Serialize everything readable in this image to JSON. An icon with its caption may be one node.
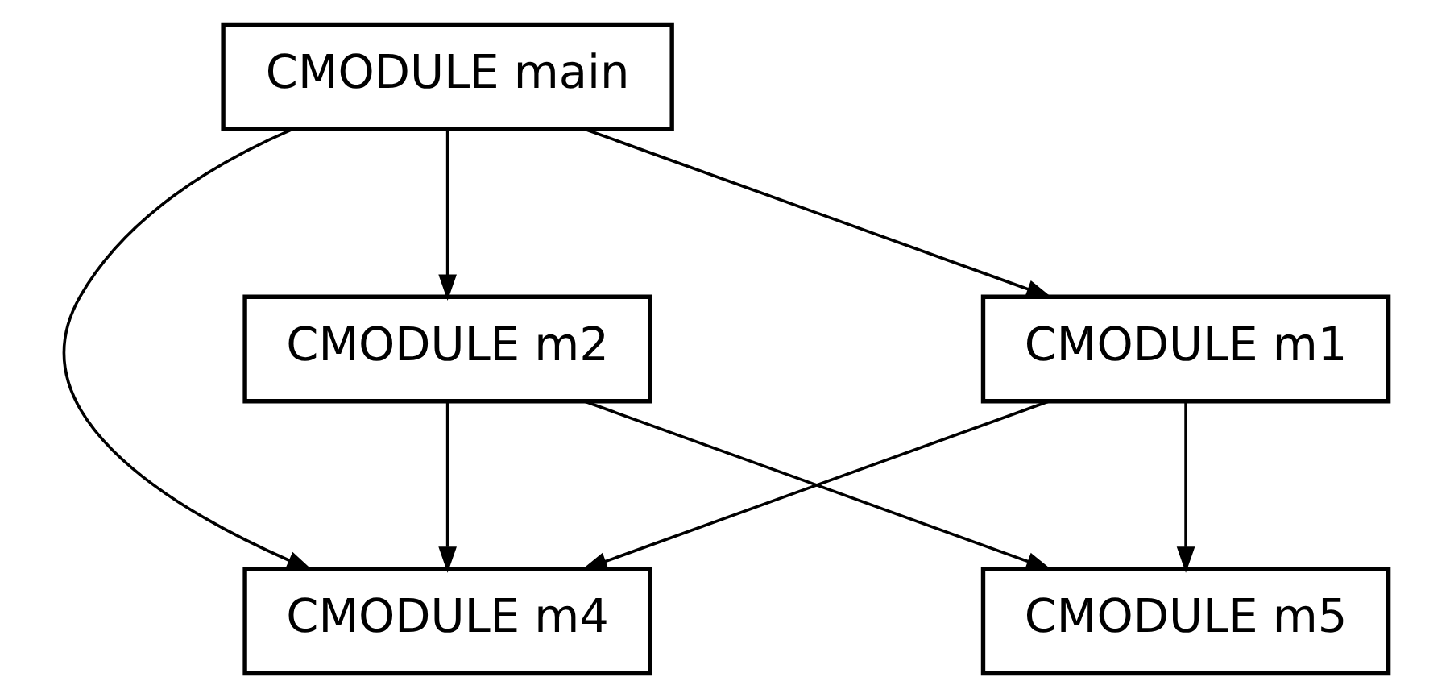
{
  "diagram": {
    "nodes": [
      {
        "text": [
          "CMODULE main"
        ]
      },
      {
        "text": [
          "CMODULE m1"
        ]
      },
      {
        "text": [
          "CMODULE m2"
        ]
      },
      {
        "text": [
          "CMODULE m4"
        ]
      },
      {
        "text": [
          "CMODULE m5"
        ]
      }
    ],
    "edges": [
      {
        "from": 0,
        "to": 1,
        "arrow": "to"
      },
      {
        "from": 0,
        "to": 2,
        "arrow": "to"
      },
      {
        "from": 0,
        "to": 3,
        "arrow": "to"
      },
      {
        "from": 1,
        "to": 3,
        "arrow": "to"
      },
      {
        "from": 1,
        "to": 4,
        "arrow": "to"
      },
      {
        "from": 2,
        "to": 3,
        "arrow": "to"
      },
      {
        "from": 2,
        "to": 4,
        "arrow": "to"
      }
    ]
  }
}
